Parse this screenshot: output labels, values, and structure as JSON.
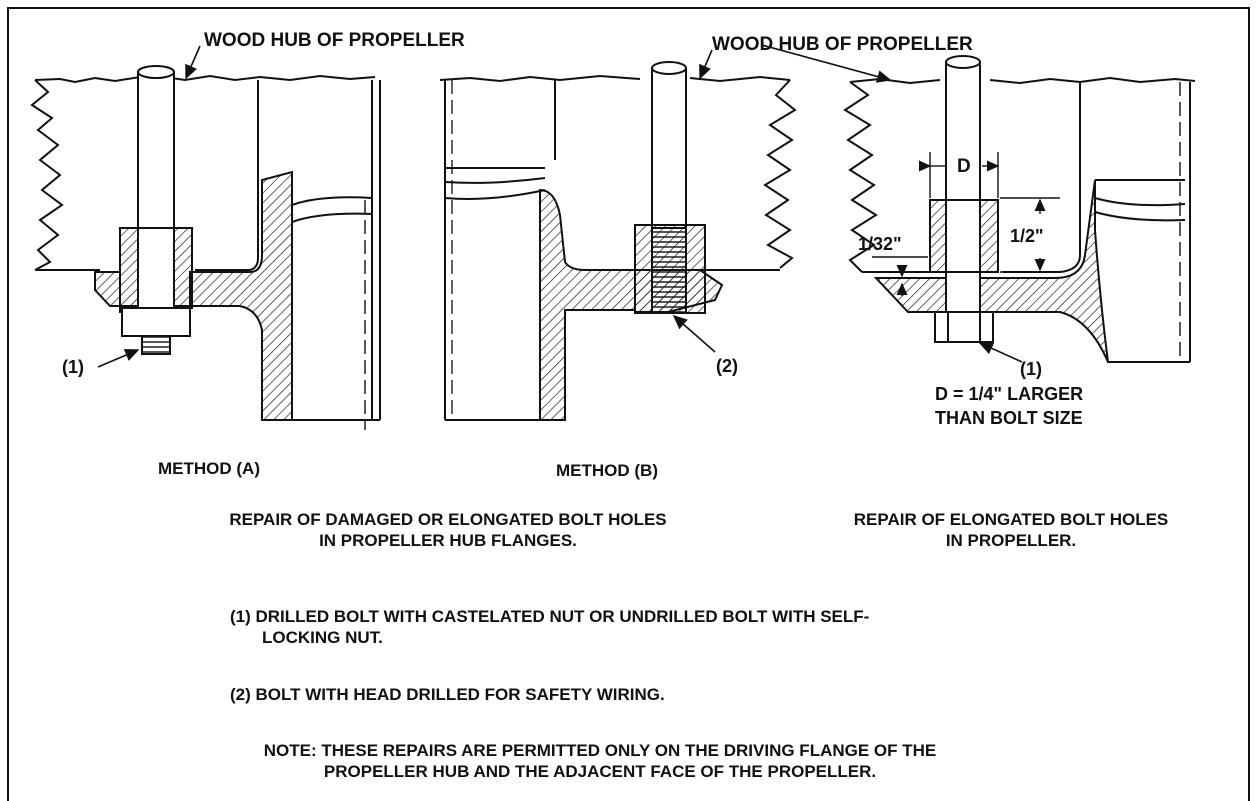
{
  "colors": {
    "ink": "#111111",
    "paper": "#ffffff"
  },
  "labels": {
    "wood_hub_left": "WOOD HUB OF PROPELLER",
    "wood_hub_right": "WOOD HUB OF PROPELLER",
    "callout_1_a": "(1)",
    "callout_2_b": "(2)",
    "callout_1_c": "(1)",
    "dim_d": "D",
    "dim_half_inch": "1/2\"",
    "dim_1_32": "1/32\"",
    "d_note_line1": "D = 1/4\" LARGER",
    "d_note_line2": "THAN BOLT SIZE"
  },
  "captions": {
    "method_a": "METHOD (A)",
    "method_b": "METHOD (B)",
    "repair_hub_line1": "REPAIR OF DAMAGED OR ELONGATED BOLT HOLES",
    "repair_hub_line2": "IN PROPELLER HUB FLANGES.",
    "repair_prop_line1": "REPAIR OF ELONGATED BOLT HOLES",
    "repair_prop_line2": "IN PROPELLER."
  },
  "notes": {
    "note1_line1": "(1) DRILLED BOLT WITH CASTELATED NUT OR UNDRILLED BOLT WITH SELF-",
    "note1_line2": "LOCKING NUT.",
    "note2": "(2) BOLT WITH HEAD DRILLED FOR SAFETY WIRING.",
    "note3_line1": "NOTE: THESE REPAIRS ARE PERMITTED ONLY ON THE DRIVING FLANGE OF THE",
    "note3_line2": "PROPELLER HUB AND THE ADJACENT FACE OF THE PROPELLER."
  }
}
